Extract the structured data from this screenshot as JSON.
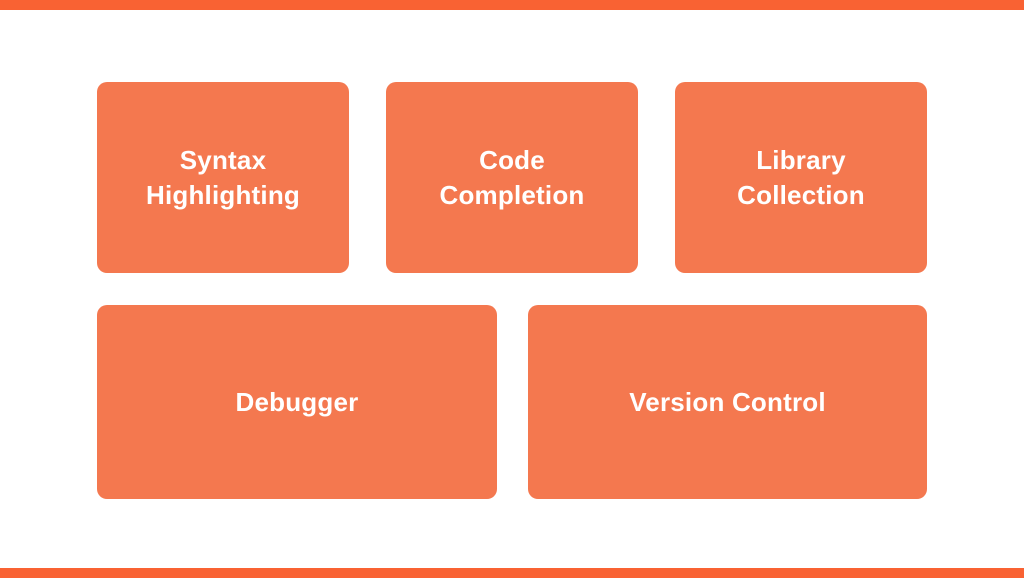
{
  "slide": {
    "background_color": "#ffffff",
    "accent_color": "#f96233",
    "card_color": "#f4784f",
    "card_text_color": "#ffffff",
    "top_bar": {
      "name": "top-accent-bar"
    },
    "bottom_bar": {
      "name": "bottom-accent-bar"
    }
  },
  "grid": {
    "rows": [
      {
        "name": "feature-row-1",
        "cards": [
          {
            "label": "Syntax\nHighlighting"
          },
          {
            "label": "Code\nCompletion"
          },
          {
            "label": "Library\nCollection"
          }
        ]
      },
      {
        "name": "feature-row-2",
        "cards": [
          {
            "label": "Debugger"
          },
          {
            "label": "Version Control"
          }
        ]
      }
    ]
  }
}
